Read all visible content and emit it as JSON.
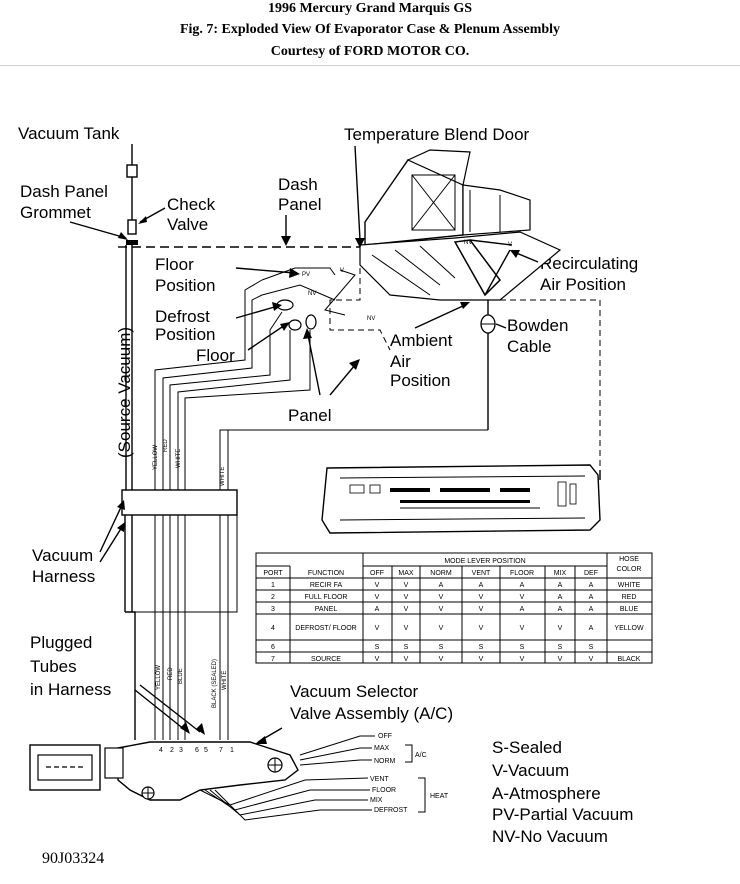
{
  "header": {
    "line1": "1996 Mercury Grand Marquis GS",
    "line2": "Fig. 7: Exploded View Of Evaporator Case & Plenum Assembly",
    "line3": "Courtesy of FORD MOTOR CO."
  },
  "labels": {
    "vacuum_tank": "Vacuum Tank",
    "temp_blend_door": "Temperature Blend Door",
    "dash_panel_grommet_1": "Dash Panel",
    "dash_panel_grommet_2": "Grommet",
    "check_valve_1": "Check",
    "check_valve_2": "Valve",
    "dash_panel_1": "Dash",
    "dash_panel_2": "Panel",
    "floor_position_1": "Floor",
    "floor_position_2": "Position",
    "defrost_position_1": "Defrost",
    "defrost_position_2": "Position",
    "floor": "Floor",
    "recirc_air_1": "Recirculating",
    "recirc_air_2": "Air Position",
    "ambient_air_1": "Ambient",
    "ambient_air_2": "Air",
    "ambient_air_3": "Position",
    "bowden_cable_1": "Bowden",
    "bowden_cable_2": "Cable",
    "panel": "Panel",
    "source_vacuum": "(Source Vacuum)",
    "vacuum_harness_1": "Vacuum",
    "vacuum_harness_2": "Harness",
    "plugged_tubes_1": "Plugged",
    "plugged_tubes_2": "Tubes",
    "plugged_tubes_3": "in Harness",
    "vac_selector_1": "Vacuum Selector",
    "vac_selector_2": "Valve Assembly (A/C)",
    "pv": "PV",
    "nv": "NV",
    "v": "V"
  },
  "hose_labels": {
    "yellow": "YELLOW",
    "red": "RED",
    "white": "WHITE",
    "blue": "BLUE",
    "black_sealed": "BLACK (SEALED)",
    "white2": "WHITE",
    "white_upper": "WHITE",
    "yellow_upper": "YELLOW",
    "red_upper": "RED"
  },
  "port_numbers": [
    "4",
    "2",
    "3",
    "6",
    "5",
    "7",
    "1"
  ],
  "selector_positions": {
    "off": "OFF",
    "max": "MAX",
    "norm": "NORM",
    "ac": "A/C",
    "vent": "VENT",
    "floor": "FLOOR",
    "mix": "MIX",
    "defrost": "DEFROST",
    "heat": "HEAT"
  },
  "legend": [
    "S-Sealed",
    "V-Vacuum",
    "A-Atmosphere",
    "PV-Partial Vacuum",
    "NV-No Vacuum"
  ],
  "table": {
    "group_header": "MODE LEVER POSITION",
    "hose_header_1": "HOSE",
    "hose_header_2": "COLOR",
    "columns": [
      "PORT",
      "FUNCTION",
      "OFF",
      "MAX",
      "NORM",
      "VENT",
      "FLOOR",
      "MIX",
      "DEF"
    ],
    "rows": [
      {
        "port": "1",
        "function": "RECIR FA",
        "values": [
          "V",
          "V",
          "A",
          "A",
          "A",
          "A",
          "A"
        ],
        "color": "WHITE"
      },
      {
        "port": "2",
        "function": "FULL FLOOR",
        "values": [
          "V",
          "V",
          "V",
          "V",
          "V",
          "A",
          "A"
        ],
        "color": "RED"
      },
      {
        "port": "3",
        "function": "PANEL",
        "values": [
          "A",
          "V",
          "V",
          "V",
          "A",
          "A",
          "A"
        ],
        "color": "BLUE"
      },
      {
        "port": "4",
        "function": "DEFROST/ FLOOR",
        "values": [
          "V",
          "V",
          "V",
          "V",
          "V",
          "V",
          "A"
        ],
        "color": "YELLOW"
      },
      {
        "port": "6",
        "function": "",
        "values": [
          "S",
          "S",
          "S",
          "S",
          "S",
          "S",
          "S"
        ],
        "color": ""
      },
      {
        "port": "7",
        "function": "SOURCE",
        "values": [
          "V",
          "V",
          "V",
          "V",
          "V",
          "V",
          "V"
        ],
        "color": "BLACK"
      }
    ]
  },
  "figure_id": "90J03324"
}
